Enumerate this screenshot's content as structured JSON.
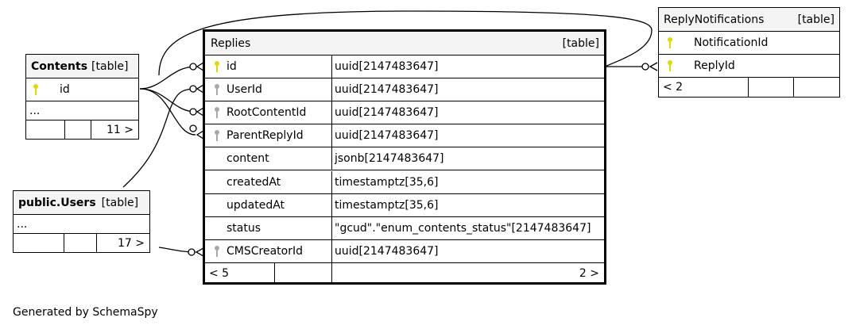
{
  "footer": "Generated by SchemaSpy",
  "colors": {
    "primary_key": "#e3d800",
    "foreign_key": "#a8a8a8",
    "header_bg": "#f4f4f4"
  },
  "replies": {
    "name": "Replies",
    "tag": "[table]",
    "columns": [
      {
        "name": "id",
        "type": "uuid[2147483647]",
        "key": "primary-key-icon"
      },
      {
        "name": "UserId",
        "type": "uuid[2147483647]",
        "key": "foreign-key-icon"
      },
      {
        "name": "RootContentId",
        "type": "uuid[2147483647]",
        "key": "foreign-key-icon"
      },
      {
        "name": "ParentReplyId",
        "type": "uuid[2147483647]",
        "key": "foreign-key-icon"
      },
      {
        "name": "content",
        "type": "jsonb[2147483647]",
        "key": ""
      },
      {
        "name": "createdAt",
        "type": "timestamptz[35,6]",
        "key": ""
      },
      {
        "name": "updatedAt",
        "type": "timestamptz[35,6]",
        "key": ""
      },
      {
        "name": "status",
        "type": "\"gcud\".\"enum_contents_status\"[2147483647]",
        "key": ""
      },
      {
        "name": "CMSCreatorId",
        "type": "uuid[2147483647]",
        "key": "foreign-key-icon"
      }
    ],
    "parents": "< 5",
    "children": "2 >"
  },
  "contents": {
    "name": "Contents",
    "tag": "[table]",
    "columns": [
      {
        "name": "id",
        "key": "primary-key-icon"
      }
    ],
    "ellipsis": "...",
    "children": "11 >"
  },
  "users": {
    "name": "public.Users",
    "tag": "[table]",
    "ellipsis": "...",
    "children": "17 >"
  },
  "notifications": {
    "name": "ReplyNotifications",
    "tag": "[table]",
    "columns": [
      {
        "name": "NotificationId",
        "key": "primary-key-icon"
      },
      {
        "name": "ReplyId",
        "key": "primary-key-icon"
      }
    ],
    "parents": "< 2"
  }
}
